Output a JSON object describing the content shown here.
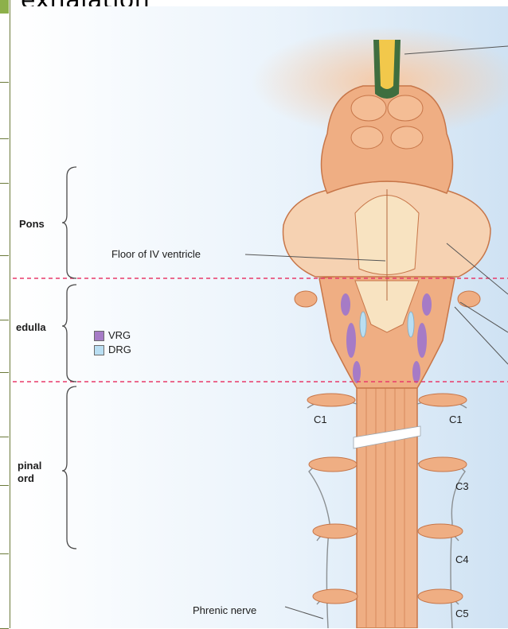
{
  "title_fragment": "exhalation",
  "labels": {
    "pons": "Pons",
    "medulla": "edulla",
    "spinal_line1": "pinal",
    "spinal_line2": "ord",
    "floor": "Floor of IV ventricle",
    "c1_left": "C1",
    "c1_right": "C1",
    "c3": "C3",
    "c4": "C4",
    "c5": "C5",
    "phrenic": "Phrenic nerve"
  },
  "legend": [
    {
      "label": "VRG",
      "color": "#a67bc6"
    },
    {
      "label": "DRG",
      "color": "#b9def2"
    }
  ],
  "colors": {
    "tissue": "#efae83",
    "tissue_dark": "#cf7e52",
    "pale": "#f8e3c1",
    "divider": "#e83a6a",
    "accent_tab": "#8db04a"
  }
}
